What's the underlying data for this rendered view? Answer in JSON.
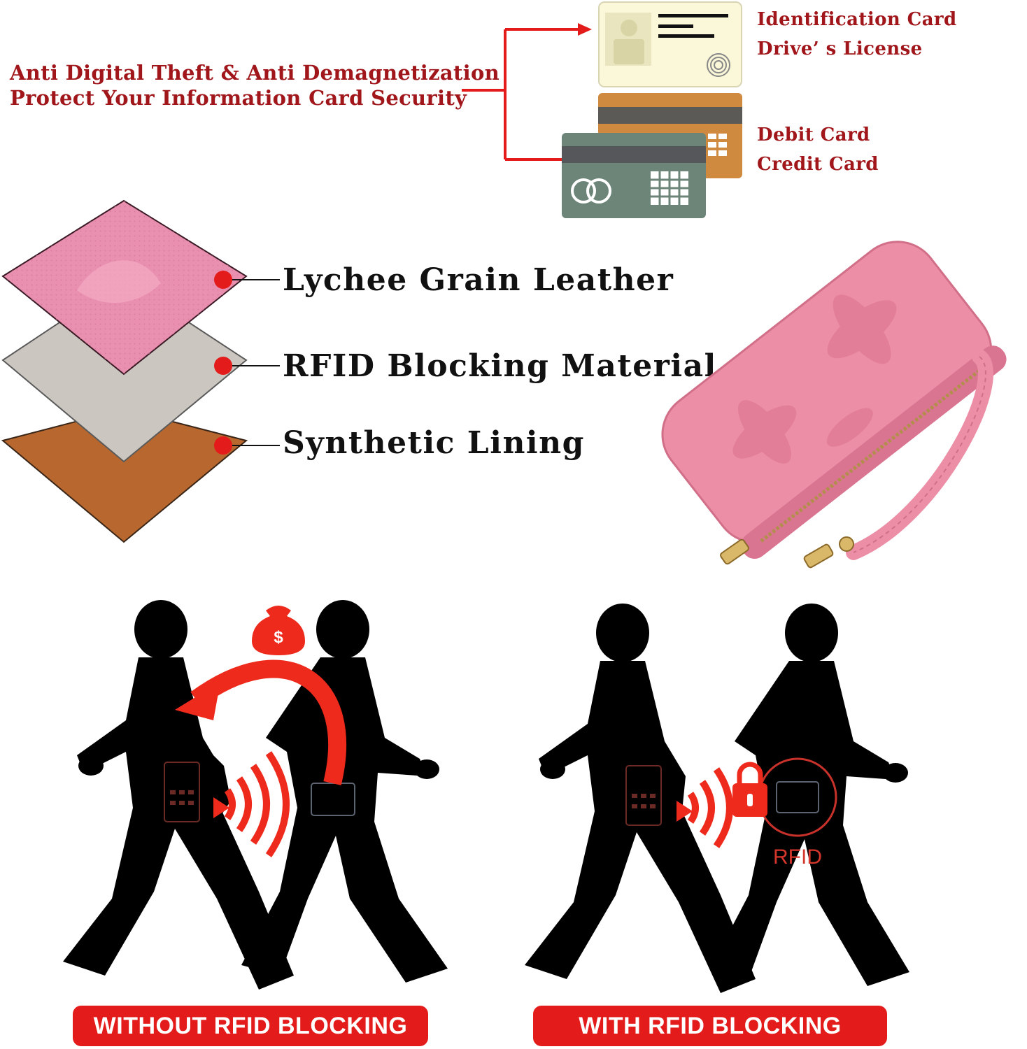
{
  "header": {
    "line1": "Anti Digital Theft & Anti Demagnetization",
    "line2": "Protect Your Information Card Security"
  },
  "cards": {
    "id_group": [
      "Identification Card",
      "Drive’ s License"
    ],
    "bank_group": [
      "Debit Card",
      "Credit Card"
    ]
  },
  "layers": [
    {
      "label": "Lychee Grain Leather",
      "color": "#e98fb0"
    },
    {
      "label": "RFID Blocking Material",
      "color": "#cbc7c0"
    },
    {
      "label": "Synthetic Lining",
      "color": "#b8682e"
    }
  ],
  "scenes": {
    "left_banner": "WITHOUT RFID BLOCKING",
    "right_banner": "WITH RFID BLOCKING",
    "rfid_mark": "RFID",
    "money_symbol": "$"
  },
  "colors": {
    "accent_red": "#e31b1b",
    "heading_red": "#a0161a",
    "wallet_pink": "#ec8fa6"
  }
}
